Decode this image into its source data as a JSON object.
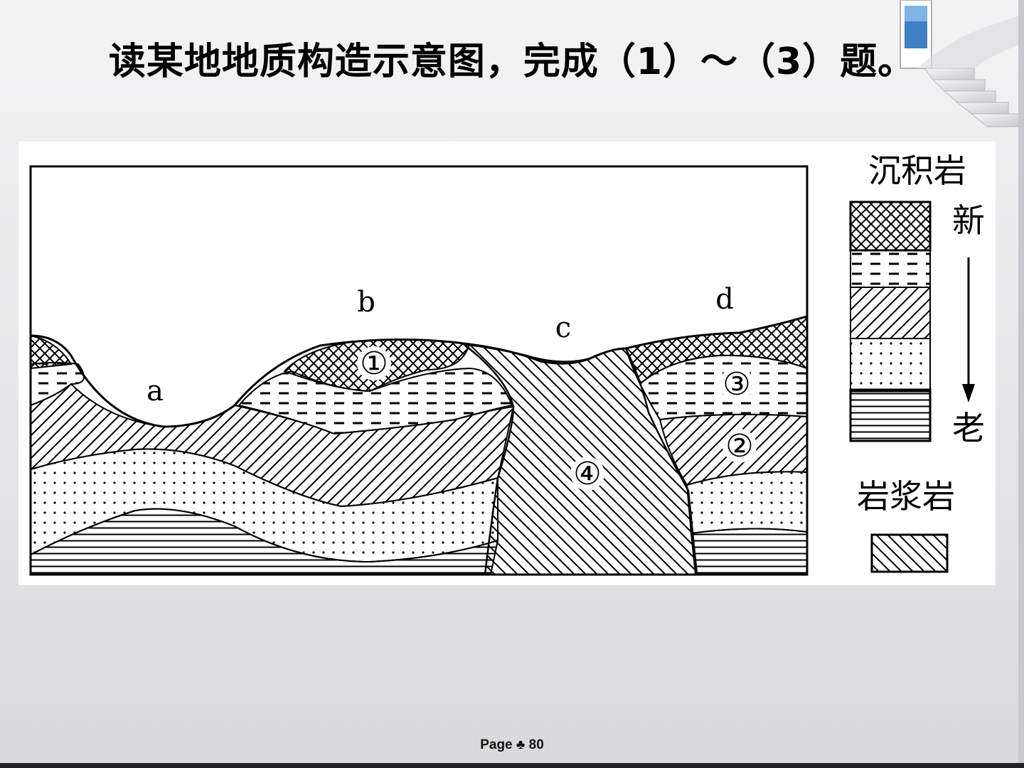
{
  "slide": {
    "title": "读某地地质构造示意图，完成（1）～（3）题。",
    "footer_page": "Page ♣ 80"
  },
  "diagram": {
    "point_labels": {
      "a": "a",
      "b": "b",
      "c": "c",
      "d": "d"
    },
    "numbered_labels": {
      "one": "①",
      "two": "②",
      "three": "③",
      "four": "④"
    },
    "legend": {
      "sedimentary_title": "沉积岩",
      "newer": "新",
      "older": "老",
      "igneous_title": "岩浆岩"
    }
  }
}
